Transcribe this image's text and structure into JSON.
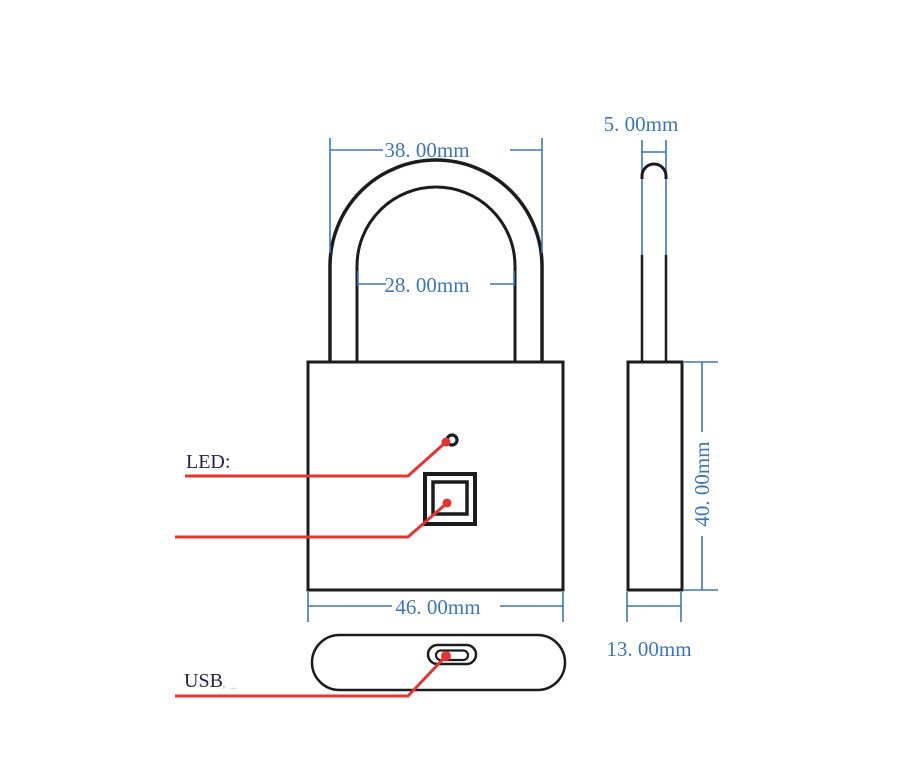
{
  "drawing": {
    "dimensions": {
      "shackle_outer_width": "38. 00mm",
      "shackle_inner_width": "28. 00mm",
      "shackle_diameter": "5. 00mm",
      "body_width": "46. 00mm",
      "body_height": "40. 00mm",
      "body_thickness": "13. 00mm"
    },
    "labels": {
      "led": "LED:",
      "usb": "USB",
      "usb_faint": ", _"
    },
    "colors": {
      "dimension_blue": "#3b76bd",
      "leader_red": "#e43530",
      "outline_black": "#1c1c1c",
      "label_ink": "#23234c",
      "background": "#ffffff"
    }
  }
}
